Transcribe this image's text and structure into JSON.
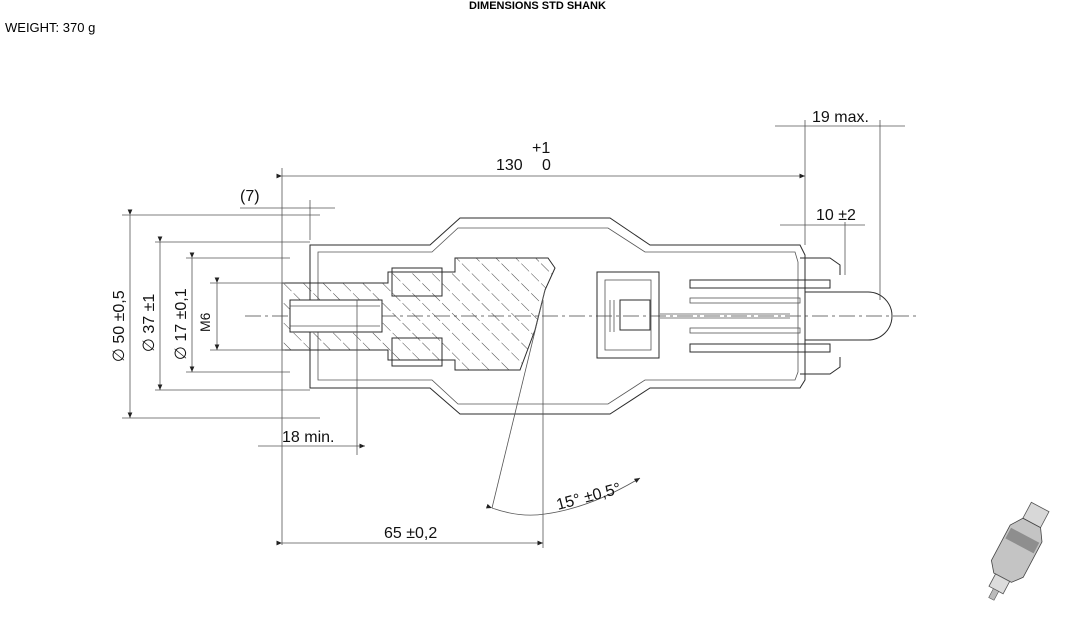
{
  "header": {
    "title": "DIMENSIONS STD SHANK",
    "weight": "WEIGHT: 370 g"
  },
  "dimensions": {
    "length_top": "+1",
    "length_value": "130",
    "length_bottom": "0",
    "ref_7": "(7)",
    "max19": "19 max.",
    "tol10": "10 ±2",
    "dia50": "∅ 50 ±0,5",
    "dia37": "∅ 37 ±1",
    "dia17": "∅ 17 ±0,1",
    "m6": "M6",
    "min18": "18 min.",
    "len65": "65 ±0,2",
    "angle15": "15° ±0,5°"
  }
}
